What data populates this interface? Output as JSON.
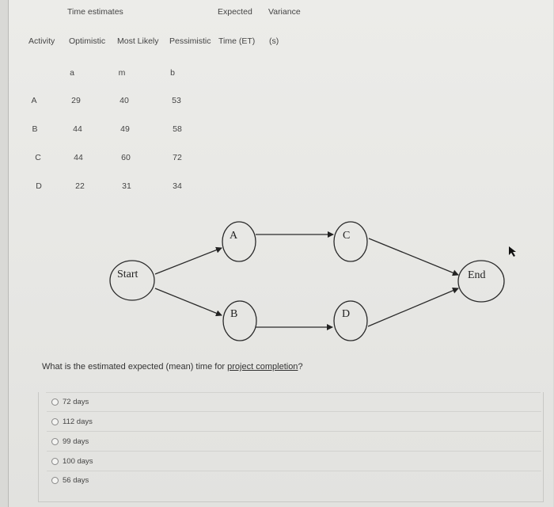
{
  "table": {
    "group_header": "Time estimates",
    "expected_header": "Expected",
    "variance_header": "Variance",
    "columns": [
      "Activity",
      "Optimistic",
      "Most Likely",
      "Pessimistic",
      "Time (ET)",
      "(s)"
    ],
    "symbols": [
      "a",
      "m",
      "b"
    ],
    "rows": [
      {
        "activity": "A",
        "a": "29",
        "m": "40",
        "b": "53"
      },
      {
        "activity": "B",
        "a": "44",
        "m": "49",
        "b": "58"
      },
      {
        "activity": "C",
        "a": "44",
        "m": "60",
        "b": "72"
      },
      {
        "activity": "D",
        "a": "22",
        "m": "31",
        "b": "34"
      }
    ]
  },
  "diagram": {
    "nodes": {
      "start": "Start",
      "a": "A",
      "b": "B",
      "c": "C",
      "d": "D",
      "end": "End"
    },
    "edges": [
      [
        "Start",
        "A"
      ],
      [
        "Start",
        "B"
      ],
      [
        "A",
        "C"
      ],
      [
        "B",
        "D"
      ],
      [
        "C",
        "End"
      ],
      [
        "D",
        "End"
      ]
    ]
  },
  "question": {
    "text": "What is the estimated expected (mean) time for ",
    "link": "project completion",
    "suffix": "?"
  },
  "answers": [
    "72 days",
    "112 days",
    "99 days",
    "100 days",
    "56 days"
  ]
}
